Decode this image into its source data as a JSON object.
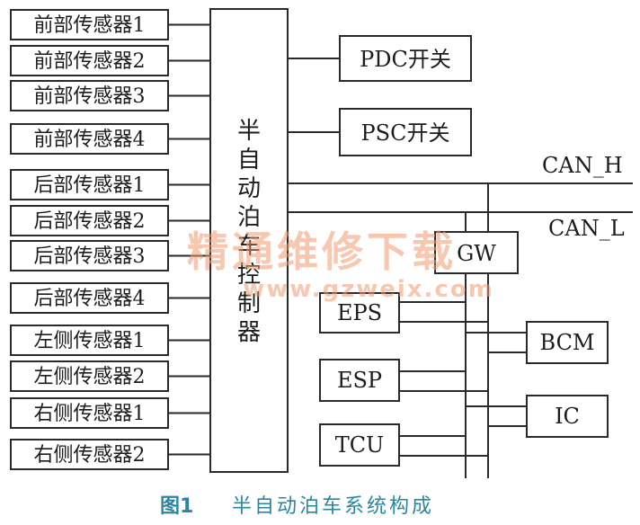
{
  "sensors": [
    "前部传感器1",
    "前部传感器2",
    "前部传感器3",
    "前部传感器4",
    "后部传感器1",
    "后部传感器2",
    "后部传感器3",
    "后部传感器4",
    "左侧传感器1",
    "左侧传感器2",
    "右侧传感器1",
    "右侧传感器2"
  ],
  "controller": {
    "label_chars": [
      "半",
      "自",
      "动",
      "泊",
      "车",
      "控",
      "制",
      "器"
    ]
  },
  "switches": {
    "pdc": "PDC开关",
    "psc": "PSC开关"
  },
  "bus": {
    "can_h": "CAN_H",
    "can_l": "CAN_L",
    "gateway": "GW"
  },
  "modules": {
    "eps": "EPS",
    "esp": "ESP",
    "tcu": "TCU",
    "bcm": "BCM",
    "ic": "IC"
  },
  "watermark": {
    "line1": "精通维修下载",
    "line2": "www.gzweix.com"
  },
  "caption": {
    "figure": "图1",
    "title": "半自动泊车系统构成"
  },
  "colors": {
    "line": "#2a2a2a",
    "caption": "#2b86a3",
    "watermark": "#f29a6e"
  }
}
